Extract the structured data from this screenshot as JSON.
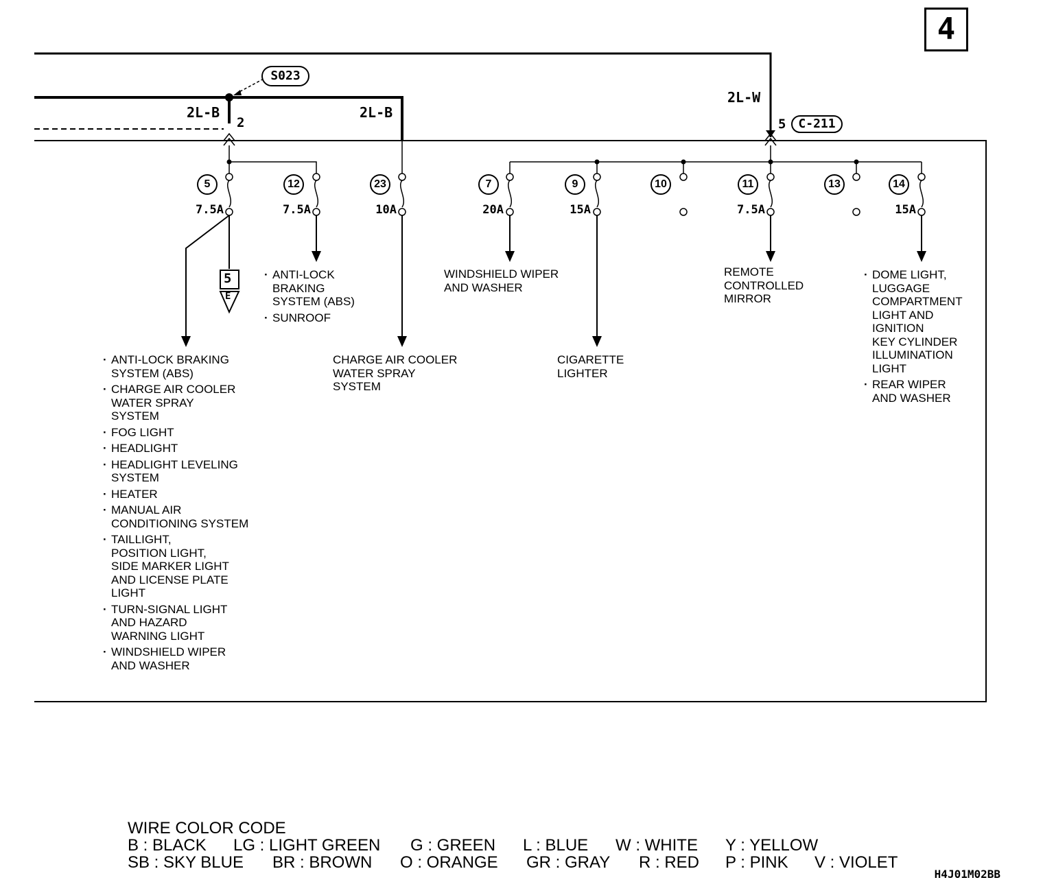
{
  "page_number": "4",
  "splice": {
    "label": "S023",
    "pin": "2"
  },
  "wires": [
    {
      "id": "w1",
      "label": "2L-B"
    },
    {
      "id": "w2",
      "label": "2L-B"
    },
    {
      "id": "w3",
      "label": "2L-W"
    }
  ],
  "connector": {
    "pin": "5",
    "label": "C-211"
  },
  "ground_ref": {
    "top": "5",
    "bottom": "E"
  },
  "fuses": [
    {
      "num": "5",
      "amps": "7.5A"
    },
    {
      "num": "12",
      "amps": "7.5A"
    },
    {
      "num": "23",
      "amps": "10A"
    },
    {
      "num": "7",
      "amps": "20A"
    },
    {
      "num": "9",
      "amps": "15A"
    },
    {
      "num": "10",
      "amps": ""
    },
    {
      "num": "11",
      "amps": "7.5A"
    },
    {
      "num": "13",
      "amps": ""
    },
    {
      "num": "14",
      "amps": "15A"
    }
  ],
  "destinations": {
    "fuse5": [
      [
        "ANTI-LOCK BRAKING",
        "SYSTEM (ABS)"
      ],
      [
        "CHARGE AIR COOLER",
        "WATER SPRAY",
        "SYSTEM"
      ],
      [
        "FOG LIGHT"
      ],
      [
        "HEADLIGHT"
      ],
      [
        "HEADLIGHT LEVELING",
        "SYSTEM"
      ],
      [
        "HEATER"
      ],
      [
        "MANUAL AIR",
        "CONDITIONING SYSTEM"
      ],
      [
        "TAILLIGHT,",
        "POSITION LIGHT,",
        "SIDE MARKER LIGHT",
        "AND LICENSE PLATE",
        "LIGHT"
      ],
      [
        "TURN-SIGNAL LIGHT",
        "AND HAZARD",
        "WARNING LIGHT"
      ],
      [
        "WINDSHIELD WIPER",
        "AND WASHER"
      ]
    ],
    "fuse12": [
      [
        "ANTI-LOCK",
        "BRAKING",
        "SYSTEM (ABS)"
      ],
      [
        "SUNROOF"
      ]
    ],
    "fuse23": [
      "CHARGE AIR COOLER",
      "WATER SPRAY",
      "SYSTEM"
    ],
    "fuse7": [
      "WINDSHIELD WIPER",
      "AND WASHER"
    ],
    "fuse9": [
      "CIGARETTE",
      "LIGHTER"
    ],
    "fuse11": [
      "REMOTE",
      "CONTROLLED",
      "MIRROR"
    ],
    "fuse14": [
      [
        "DOME LIGHT,",
        "LUGGAGE",
        "COMPARTMENT",
        "LIGHT AND",
        "IGNITION",
        "KEY CYLINDER",
        "ILLUMINATION",
        "LIGHT"
      ],
      [
        "REAR WIPER",
        "AND WASHER"
      ]
    ]
  },
  "legend": {
    "title": "WIRE COLOR CODE",
    "row1": [
      "B : BLACK",
      "LG : LIGHT GREEN",
      "G : GREEN",
      "L : BLUE",
      "W : WHITE",
      "Y : YELLOW"
    ],
    "row2": [
      "SB : SKY BLUE",
      "BR : BROWN",
      "O : ORANGE",
      "GR : GRAY",
      "R : RED",
      "P : PINK",
      "V : VIOLET"
    ]
  },
  "drawing_code": "H4J01M02BB"
}
